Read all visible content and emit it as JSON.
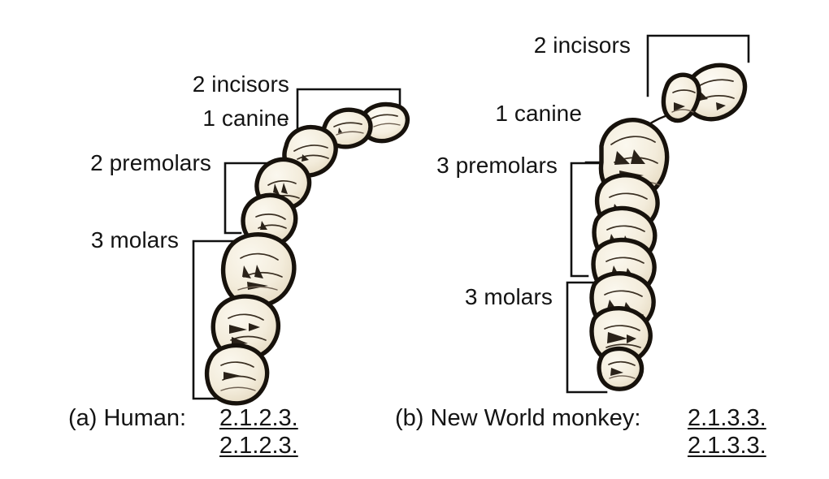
{
  "figure": {
    "background_color": "#ffffff",
    "ink_color": "#141414",
    "tooth_fill": "#f6f1e3",
    "tooth_shade": "#e8dcc4",
    "tooth_outline": "#17120c"
  },
  "panels": [
    {
      "id": "a",
      "caption_prefix": "(a) Human:",
      "formula_numerator": "2.1.2.3.",
      "formula_denominator": "2.1.2.3.",
      "labels": [
        {
          "name": "incisors",
          "text": "2 incisors",
          "count": 2
        },
        {
          "name": "canine",
          "text": "1 canine",
          "count": 1
        },
        {
          "name": "premolars",
          "text": "2 premolars",
          "count": 2
        },
        {
          "name": "molars",
          "text": "3 molars",
          "count": 3
        }
      ],
      "tooth_counts": {
        "incisors": 2,
        "canines": 1,
        "premolars": 2,
        "molars": 3
      },
      "total_teeth_shown": 8
    },
    {
      "id": "b",
      "caption_prefix": "(b) New World monkey:",
      "formula_numerator": "2.1.3.3.",
      "formula_denominator": "2.1.3.3.",
      "labels": [
        {
          "name": "incisors",
          "text": "2 incisors",
          "count": 2
        },
        {
          "name": "canine",
          "text": "1 canine",
          "count": 1
        },
        {
          "name": "premolars",
          "text": "3 premolars",
          "count": 3
        },
        {
          "name": "molars",
          "text": "3 molars",
          "count": 3
        }
      ],
      "tooth_counts": {
        "incisors": 2,
        "canines": 1,
        "premolars": 3,
        "molars": 3
      },
      "total_teeth_shown": 9
    }
  ]
}
